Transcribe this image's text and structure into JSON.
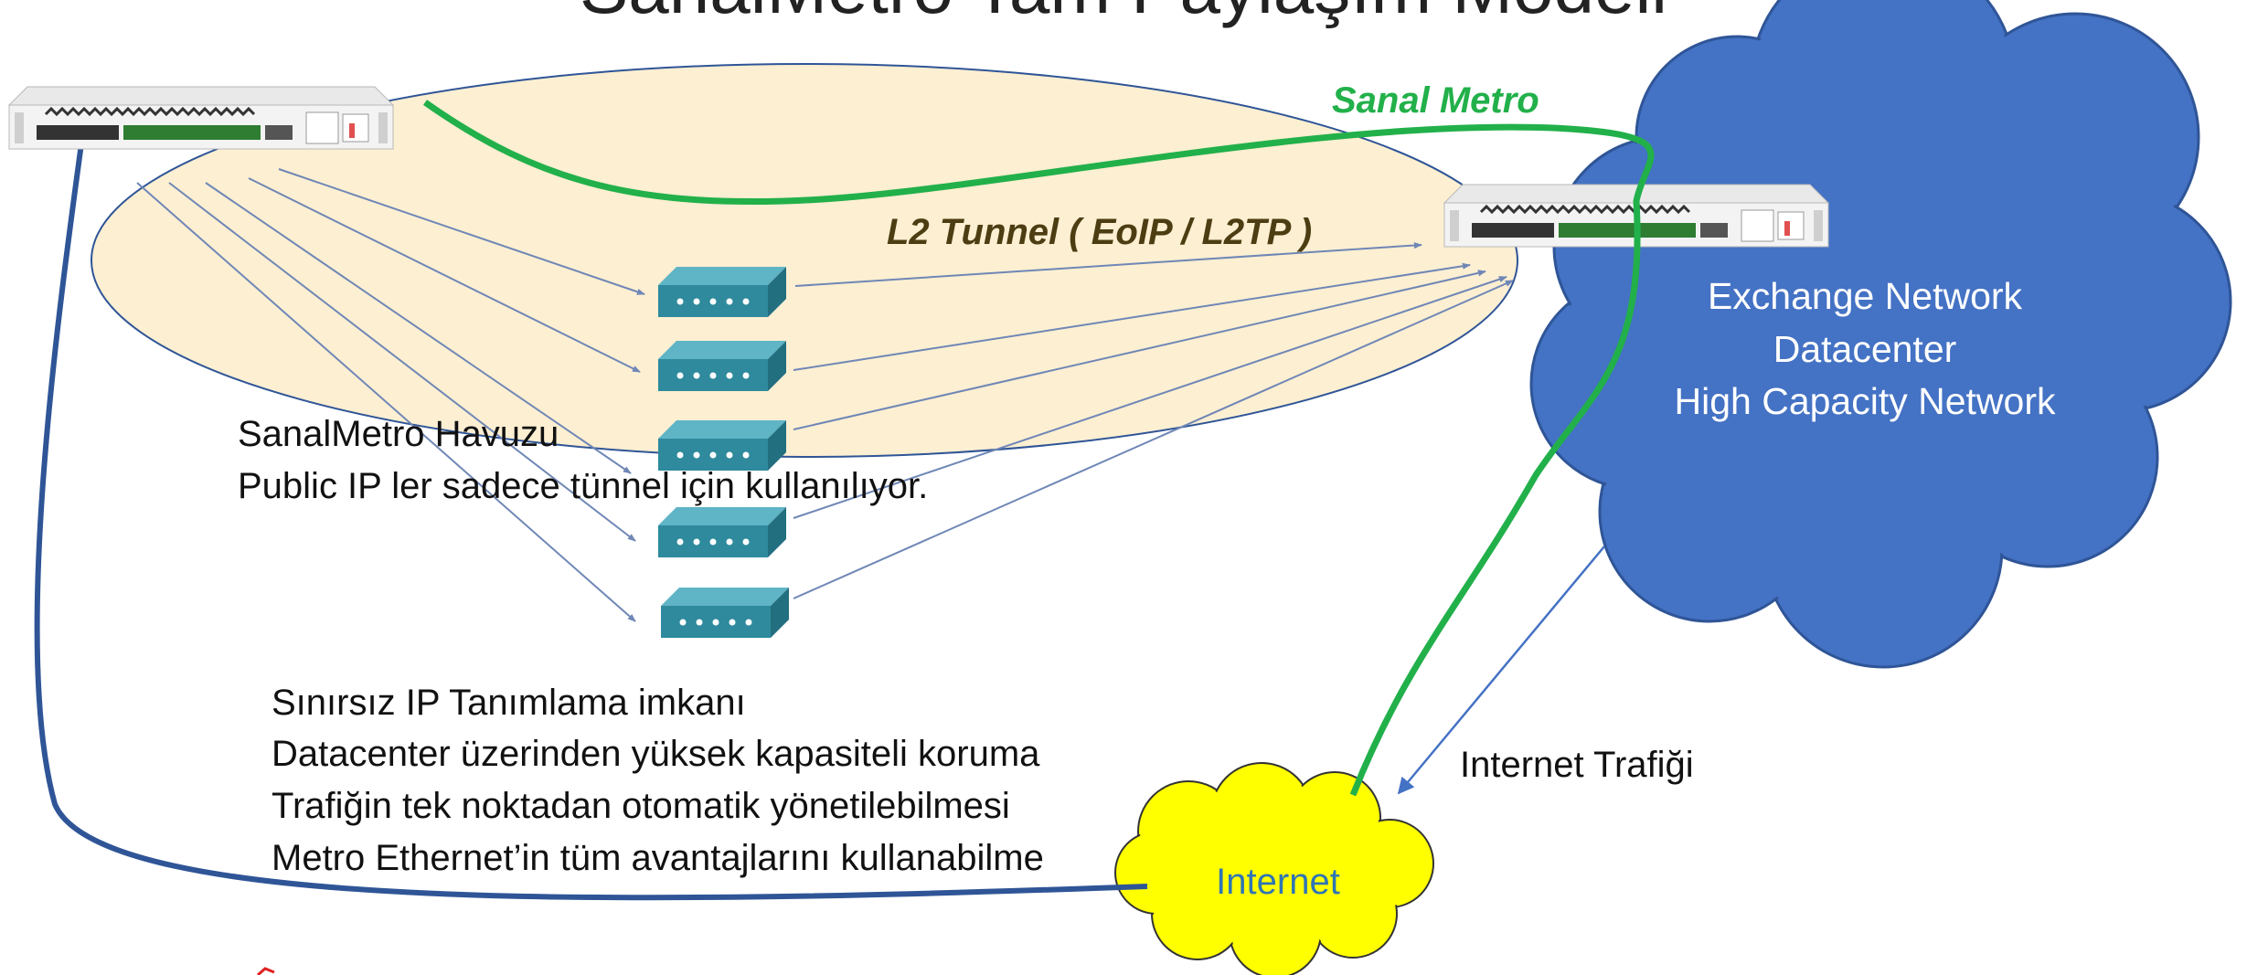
{
  "title": "SanalMetro Tam Paylaşım Modeli",
  "labels": {
    "sanal_metro": "Sanal Metro",
    "l2_tunnel": "L2 Tunnel ( EoIP / L2TP )",
    "pool_line1": "SanalMetro Havuzu",
    "pool_line2": "Public IP  ler sadece tünnel için kullanılıyor.",
    "cloud_line1": "Exchange Network",
    "cloud_line2": "Datacenter",
    "cloud_line3": "High Capacity Network",
    "internet_traffic": "Internet Trafiği",
    "internet": "Internet"
  },
  "features": [
    "Sınırsız IP Tanımlama imkanı",
    "Datacenter üzerinden yüksek kapasiteli koruma",
    "Trafiğin tek noktadan otomatik yönetilebilmesi",
    "Metro Ethernet’in tüm avantajlarını kullanabilme"
  ],
  "colors": {
    "pool_fill": "#fdefd2",
    "cloud_fill": "#4472c4",
    "internet_fill": "#ffff00",
    "green_link": "#22b04a",
    "blue_link": "#2f5597",
    "arrow": "#6f87b6",
    "switch": "#2e8a9c",
    "tunnel_text": "#4d3d12"
  },
  "icons": [
    "router-icon",
    "switch-icon"
  ]
}
